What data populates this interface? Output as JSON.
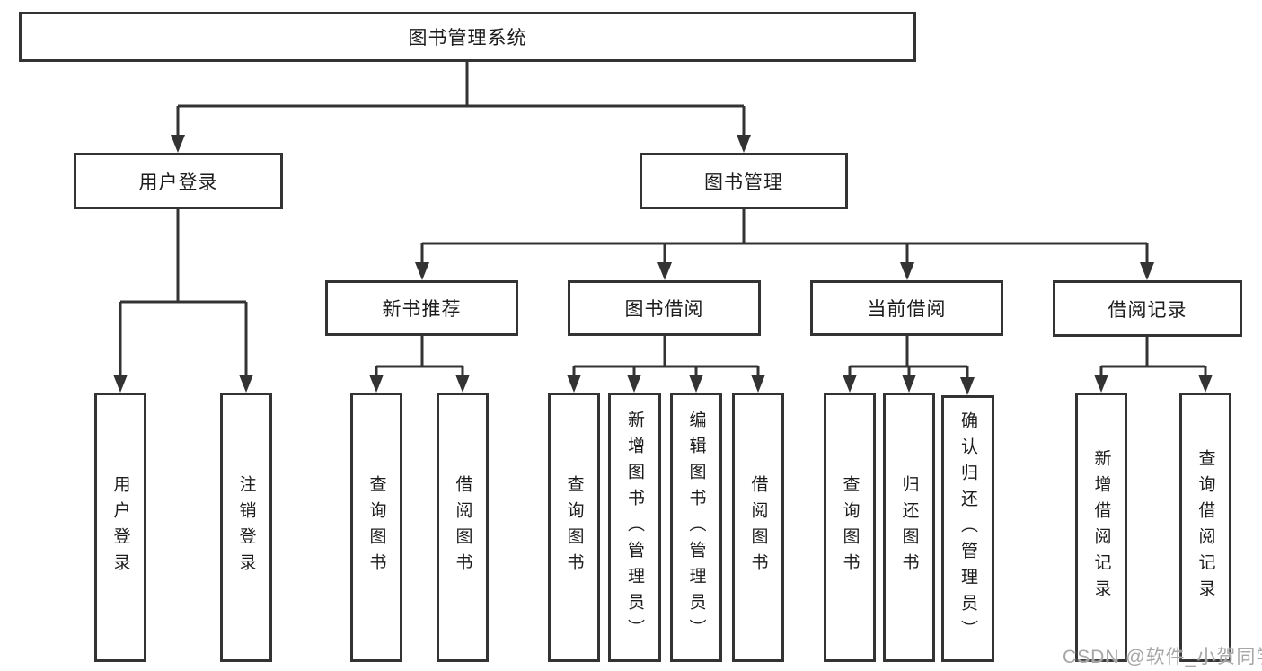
{
  "diagram": {
    "type": "hierarchy",
    "root": {
      "label": "图书管理系统"
    },
    "level2": {
      "user_login": {
        "label": "用户登录",
        "parent": "图书管理系统"
      },
      "book_mgmt": {
        "label": "图书管理",
        "parent": "图书管理系统"
      }
    },
    "level3": {
      "new_book_rec": {
        "label": "新书推荐",
        "parent": "图书管理"
      },
      "book_borrow": {
        "label": "图书借阅",
        "parent": "图书管理"
      },
      "current_borrow": {
        "label": "当前借阅",
        "parent": "图书管理"
      },
      "borrow_record": {
        "label": "借阅记录",
        "parent": "图书管理"
      }
    },
    "leaves": {
      "user_login_leaf": {
        "label": "用户登录",
        "parent": "用户登录"
      },
      "logout_leaf": {
        "label": "注销登录",
        "parent": "用户登录"
      },
      "query_book_rec": {
        "label": "查询图书",
        "parent": "新书推荐"
      },
      "borrow_book_rec": {
        "label": "借阅图书",
        "parent": "新书推荐"
      },
      "query_book_borrow": {
        "label": "查询图书",
        "parent": "图书借阅"
      },
      "add_book": {
        "label": "新增图书（管理员）",
        "parent": "图书借阅"
      },
      "edit_book": {
        "label": "编辑图书（管理员）",
        "parent": "图书借阅"
      },
      "borrow_book_borrow": {
        "label": "借阅图书",
        "parent": "图书借阅"
      },
      "query_book_current": {
        "label": "查询图书",
        "parent": "当前借阅"
      },
      "return_book": {
        "label": "归还图书",
        "parent": "当前借阅"
      },
      "confirm_return": {
        "label": "确认归还（管理员）",
        "parent": "当前借阅"
      },
      "add_borrow_record": {
        "label": "新增借阅记录",
        "parent": "借阅记录"
      },
      "query_borrow_record": {
        "label": "查询借阅记录",
        "parent": "借阅记录"
      }
    }
  },
  "watermark": {
    "text": "CSDN @软件_小贺同学",
    "color": "#a6a6a6"
  },
  "colors": {
    "line": "#333333",
    "box_border": "#333333",
    "box_fill": "#ffffff",
    "text": "#1c1c1c",
    "background": "#ffffff"
  }
}
